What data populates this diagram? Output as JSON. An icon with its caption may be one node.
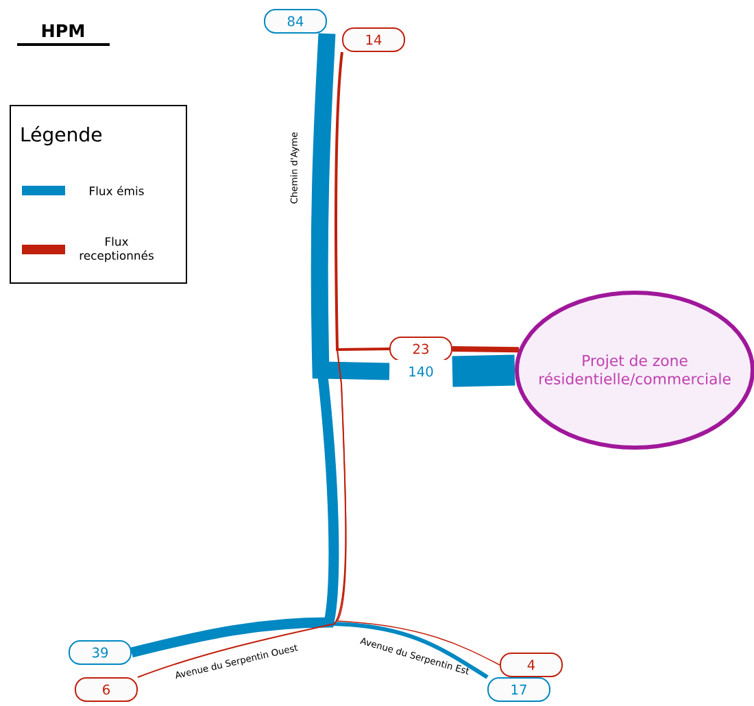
{
  "diagram": {
    "title": "HPM",
    "nodes": [
      {
        "text": [
          "Projet de zone résidentielle/commerciale"
        ]
      },
      {
        "text": [
          "84"
        ]
      },
      {
        "text": [
          "14"
        ]
      },
      {
        "text": [
          "23"
        ]
      },
      {
        "text": [
          "140"
        ]
      },
      {
        "text": [
          "39"
        ]
      },
      {
        "text": [
          "6"
        ]
      },
      {
        "text": [
          "4"
        ]
      },
      {
        "text": [
          "17"
        ]
      }
    ],
    "edges": [
      {
        "from": 0,
        "to": 4,
        "arrow": "none",
        "style": "thick",
        "color": "#0088c2"
      },
      {
        "from": 4,
        "to": 1,
        "arrow": "none",
        "style": "thick",
        "color": "#0088c2"
      },
      {
        "from": 4,
        "to": 5,
        "arrow": "none",
        "style": "thick",
        "color": "#0088c2"
      },
      {
        "from": 4,
        "to": 8,
        "arrow": "none",
        "color": "#0088c2"
      },
      {
        "from": 0,
        "to": 3,
        "arrow": "none",
        "color": "#c0200c"
      },
      {
        "from": 3,
        "to": 2,
        "arrow": "none",
        "color": "#c0200c"
      },
      {
        "from": 3,
        "to": 6,
        "arrow": "none",
        "color": "#c0200c"
      },
      {
        "from": 3,
        "to": 7,
        "arrow": "none",
        "color": "#c0200c"
      }
    ],
    "labels": [
      "Légende",
      "Chemin d'Ayme",
      "Avenue du Serpentin Ouest",
      "Avenue du Serpentin Est"
    ],
    "legend": [
      {
        "text": "Flux émis",
        "color": "#0088c2"
      },
      {
        "text": "Flux receptionnés",
        "color": "#c0200c"
      }
    ]
  }
}
